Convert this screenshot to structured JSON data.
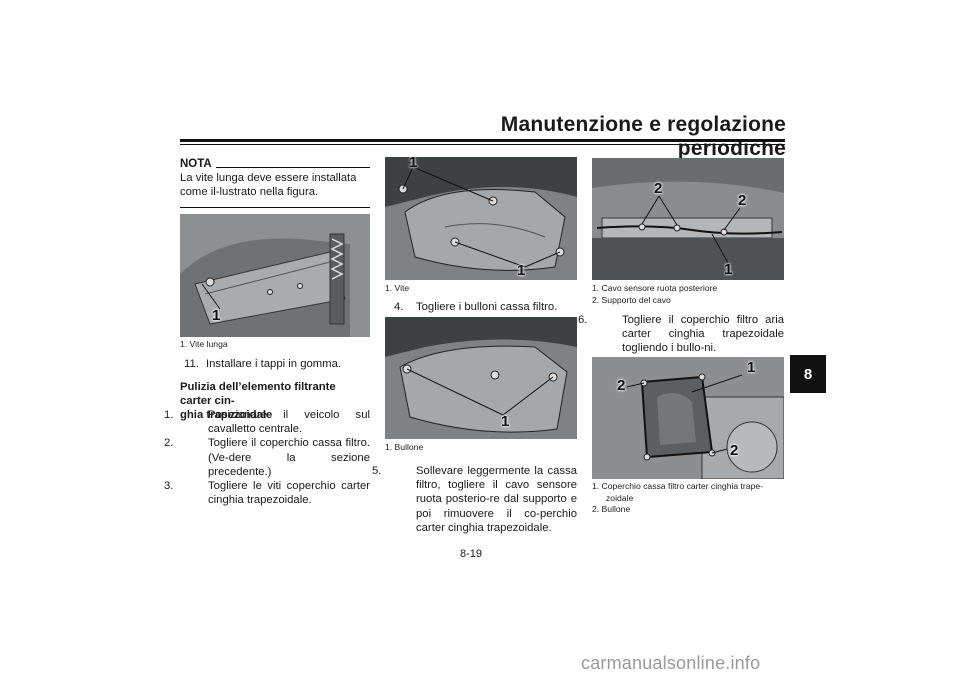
{
  "header": {
    "title": "Manutenzione e regolazione periodiche",
    "chapter_tab": "8"
  },
  "nota": {
    "heading": "NOTA",
    "text": "La vite lunga deve essere installata come il-lustrato nella figura."
  },
  "figure1": {
    "callouts": [
      "1"
    ],
    "caption": "1.  Vite lunga"
  },
  "col1": {
    "step11": {
      "num": "11.",
      "text": "Installare i tappi in gomma."
    },
    "section_title_1": "Pulizia dell’elemento filtrante carter cin-",
    "section_title_2": "ghia trapezoidale",
    "steps": [
      {
        "num": "1.",
        "text": "Posizionare il veicolo sul cavalletto centrale."
      },
      {
        "num": "2.",
        "text": "Togliere il coperchio cassa filtro. (Ve-dere la sezione precedente.)"
      },
      {
        "num": "3.",
        "text": "Togliere le viti coperchio carter cinghia trapezoidale."
      }
    ]
  },
  "figure2": {
    "callouts": [
      "1",
      "1"
    ],
    "caption": "1.  Vite"
  },
  "col2": {
    "step4": {
      "num": "4.",
      "text": "Togliere i bulloni cassa filtro."
    },
    "step5": {
      "num": "5.",
      "text": "Sollevare leggermente la cassa filtro, togliere il cavo sensore ruota posterio-re dal supporto e poi rimuovere il co-perchio carter cinghia trapezoidale."
    }
  },
  "figure3": {
    "callouts": [
      "1"
    ],
    "caption": "1.  Bullone"
  },
  "figure4": {
    "callouts": [
      "2",
      "2",
      "1"
    ],
    "captions": [
      "1.  Cavo sensore ruota posteriore",
      "2.  Supporto del cavo"
    ]
  },
  "col3": {
    "step6": {
      "num": "6.",
      "text": "Togliere il coperchio filtro aria carter cinghia trapezoidale togliendo i bullo-ni."
    }
  },
  "figure5": {
    "callouts": [
      "1",
      "2",
      "2"
    ],
    "captions": [
      "1.  Coperchio cassa filtro carter cinghia trape-zoidale",
      "2.  Bullone"
    ]
  },
  "footer": {
    "page_number": "8-19",
    "watermark": "carmanualsonline.info"
  }
}
